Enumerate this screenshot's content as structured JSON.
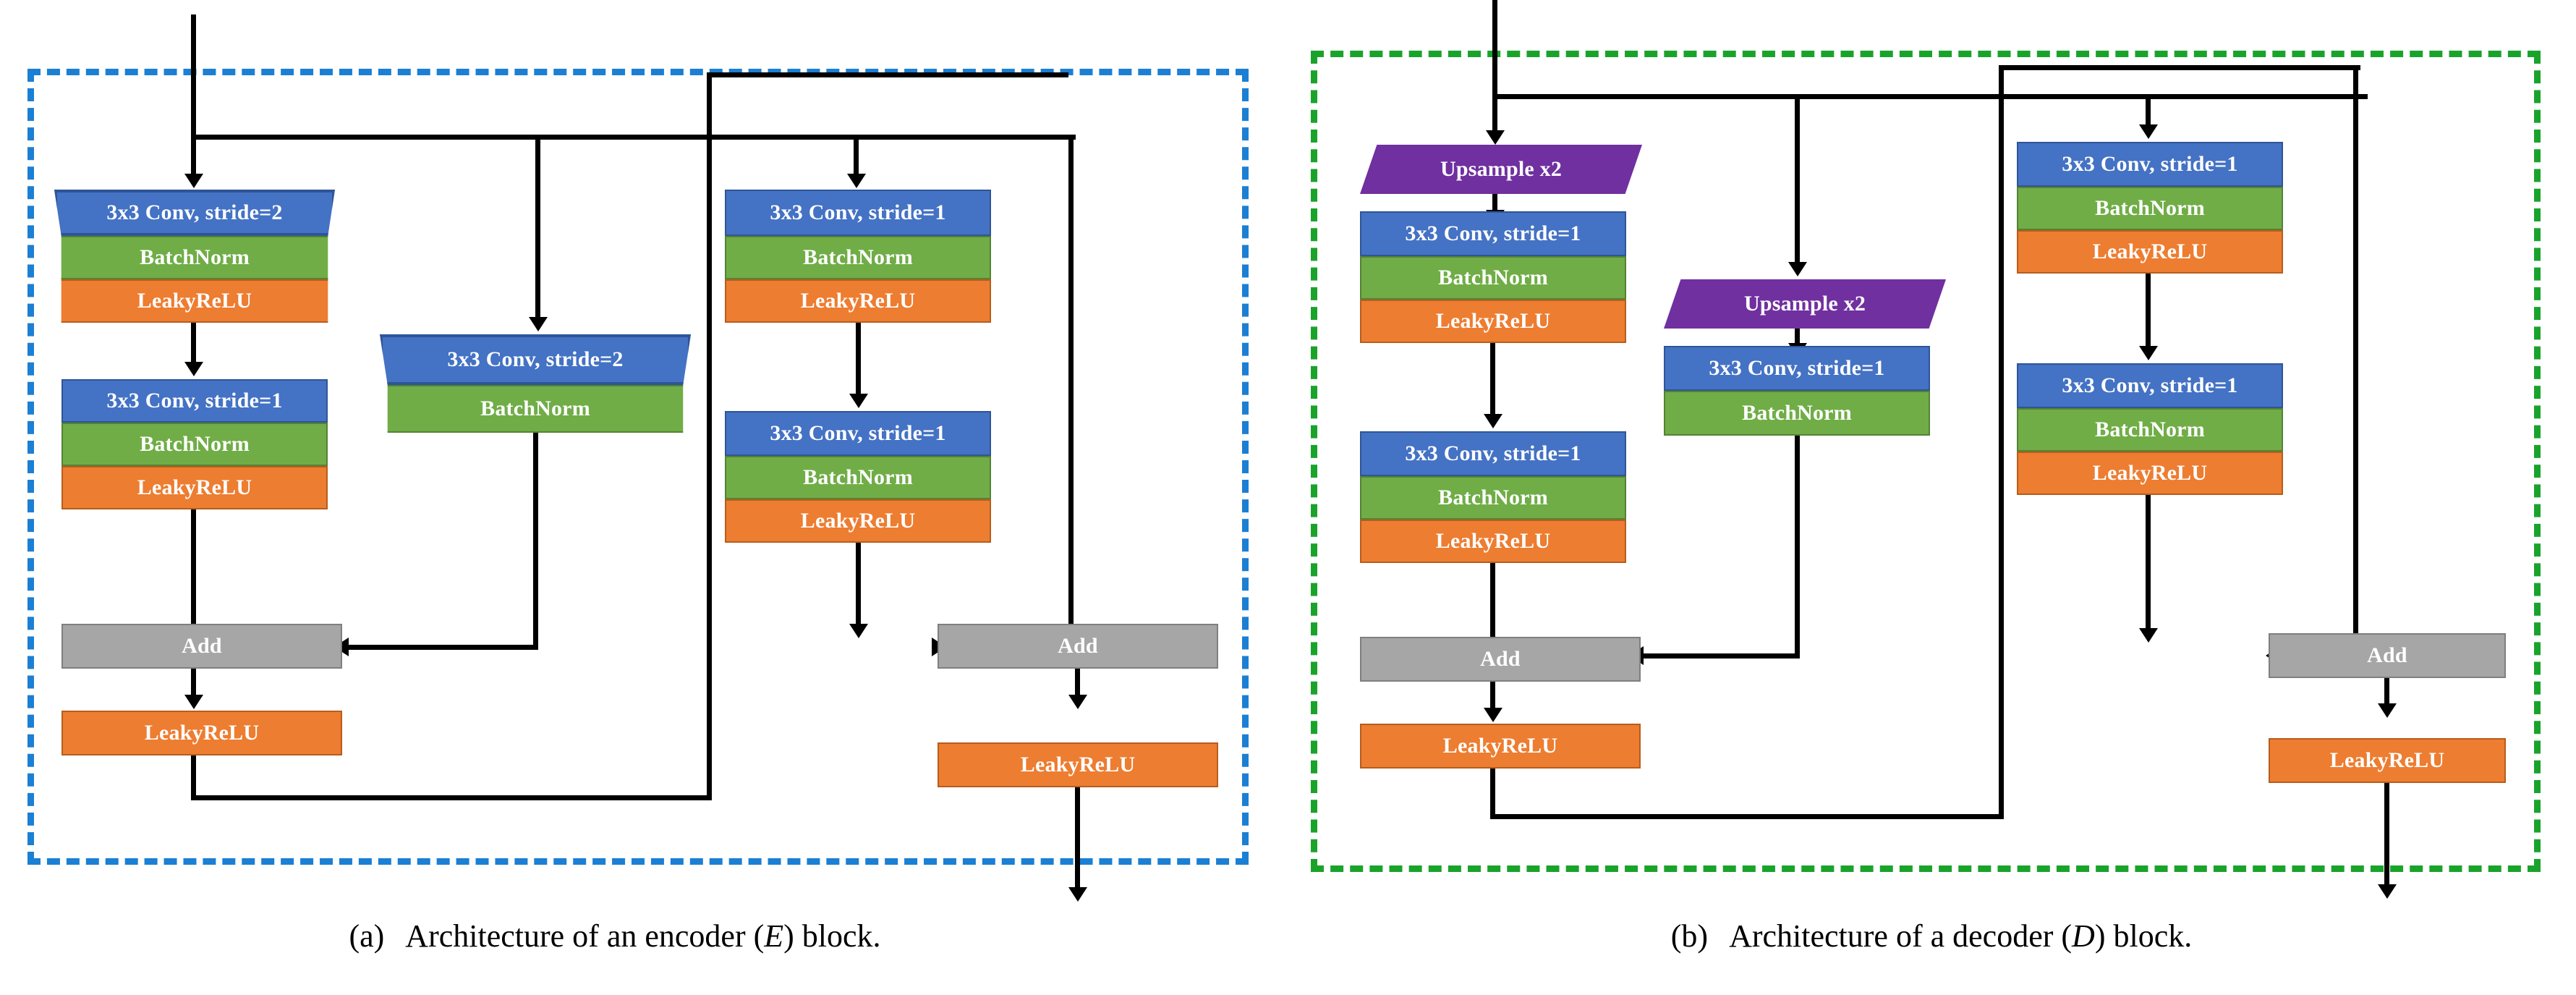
{
  "figure": {
    "panels": [
      {
        "id": "encoder",
        "caption_prefix": "(a)",
        "caption_text": "Architecture of an encoder (",
        "caption_symbol": "E",
        "caption_suffix": ") block.",
        "frame_color": "#1b7fd4",
        "frame_style": "dashed",
        "blocks": {
          "main1_conv": "3x3 Conv, stride=2",
          "main1_bn": "BatchNorm",
          "main1_relu": "LeakyReLU",
          "main2_conv": "3x3 Conv, stride=1",
          "main2_bn": "BatchNorm",
          "main2_relu": "LeakyReLU",
          "shortcut_conv": "3x3 Conv, stride=2",
          "shortcut_bn": "BatchNorm",
          "add1": "Add",
          "relu1": "LeakyReLU",
          "main3_conv": "3x3 Conv, stride=1",
          "main3_bn": "BatchNorm",
          "main3_relu": "LeakyReLU",
          "main4_conv": "3x3 Conv, stride=1",
          "main4_bn": "BatchNorm",
          "main4_relu": "LeakyReLU",
          "add2": "Add",
          "relu2": "LeakyReLU"
        }
      },
      {
        "id": "decoder",
        "caption_prefix": "(b)",
        "caption_text": "Architecture of a decoder (",
        "caption_symbol": "D",
        "caption_suffix": ") block.",
        "frame_color": "#1aa32b",
        "frame_style": "dashed",
        "blocks": {
          "main_upsample": "Upsample x2",
          "main1_conv": "3x3 Conv, stride=1",
          "main1_bn": "BatchNorm",
          "main1_relu": "LeakyReLU",
          "main2_conv": "3x3 Conv, stride=1",
          "main2_bn": "BatchNorm",
          "main2_relu": "LeakyReLU",
          "shortcut_upsample": "Upsample x2",
          "shortcut_conv": "3x3 Conv, stride=1",
          "shortcut_bn": "BatchNorm",
          "add1": "Add",
          "relu1": "LeakyReLU",
          "main3_conv": "3x3 Conv, stride=1",
          "main3_bn": "BatchNorm",
          "main3_relu": "LeakyReLU",
          "main4_conv": "3x3 Conv, stride=1",
          "main4_bn": "BatchNorm",
          "main4_relu": "LeakyReLU",
          "add2": "Add",
          "relu2": "LeakyReLU"
        }
      }
    ],
    "colors": {
      "conv": "#4472c4",
      "batchnorm": "#70ad47",
      "leakyrelu": "#ed7d31",
      "add": "#a6a6a6",
      "upsample": "#7030a0",
      "encoder_frame": "#1b7fd4",
      "decoder_frame": "#1aa32b",
      "connector": "#000000"
    }
  }
}
